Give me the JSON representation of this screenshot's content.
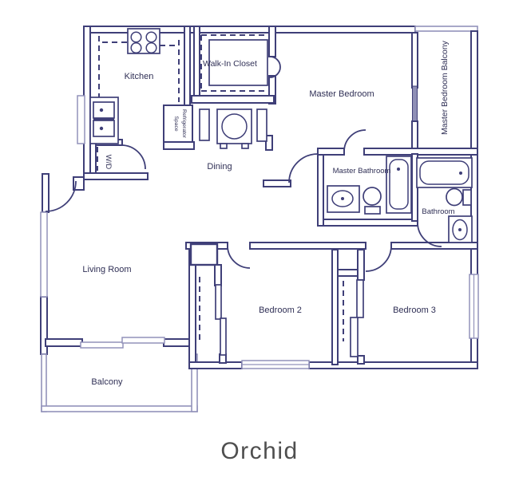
{
  "title": "Orchid",
  "plan": {
    "rooms": {
      "kitchen": "Kitchen",
      "walk_in_closet": "Walk-In Closet",
      "master_bedroom": "Master Bedroom",
      "master_bedroom_balcony": "Master Bedroom Balcony",
      "dining": "Dining",
      "master_bathroom": "Master Bathroom",
      "bathroom": "Bathroom",
      "living_room": "Living Room",
      "bedroom_2": "Bedroom 2",
      "bedroom_3": "Bedroom 3",
      "balcony": "Balcony",
      "wd": "W/D",
      "refrigerator_line1": "Refrigerator",
      "refrigerator_line2": "Space"
    },
    "colors": {
      "wall": "#3f3f78",
      "wall_light": "#9292ba",
      "label": "#2f2f55",
      "title": "#4f4f4f",
      "slider_fill": "#8f8fb5"
    }
  }
}
